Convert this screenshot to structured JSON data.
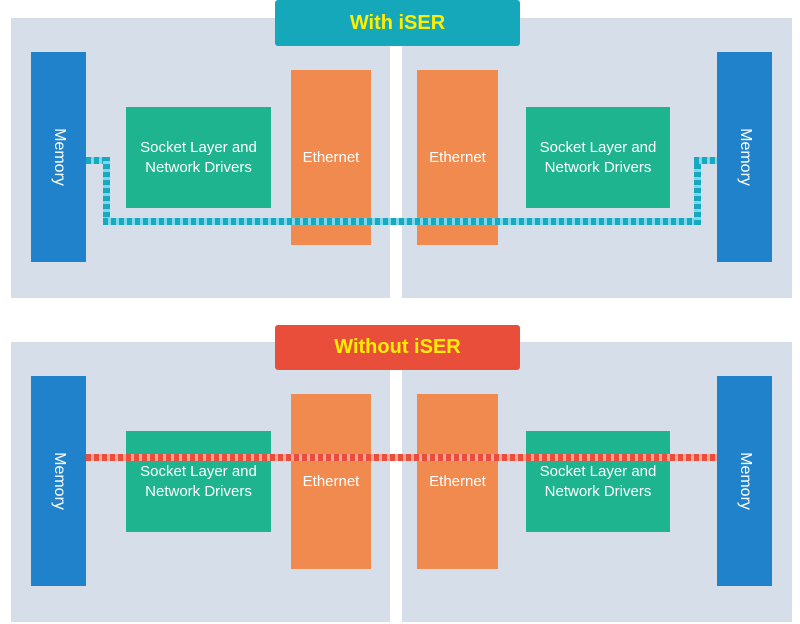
{
  "top": {
    "title": "With iSER",
    "left": {
      "memory": "Memory",
      "socket_line1": "Socket Layer and",
      "socket_line2": "Network Drivers",
      "ethernet": "Ethernet"
    },
    "right": {
      "memory": "Memory",
      "socket_line1": "Socket Layer and",
      "socket_line2": "Network Drivers",
      "ethernet": "Ethernet"
    }
  },
  "bottom": {
    "title": "Without iSER",
    "left": {
      "memory": "Memory",
      "socket_line1": "Socket Layer and",
      "socket_line2": "Network Drivers",
      "ethernet": "Ethernet"
    },
    "right": {
      "memory": "Memory",
      "socket_line1": "Socket Layer and",
      "socket_line2": "Network Drivers",
      "ethernet": "Ethernet"
    }
  },
  "colors": {
    "panel": "#d6dfe9",
    "memory": "#1f82cb",
    "socket": "#1db48f",
    "ethernet": "#f08a4f",
    "with_iser_title": "#14a8ba",
    "without_iser_title": "#e94e3a",
    "title_text": "#ffee00",
    "path_with_iser": "#17a8c2",
    "path_without_iser": "#e94e3a"
  }
}
